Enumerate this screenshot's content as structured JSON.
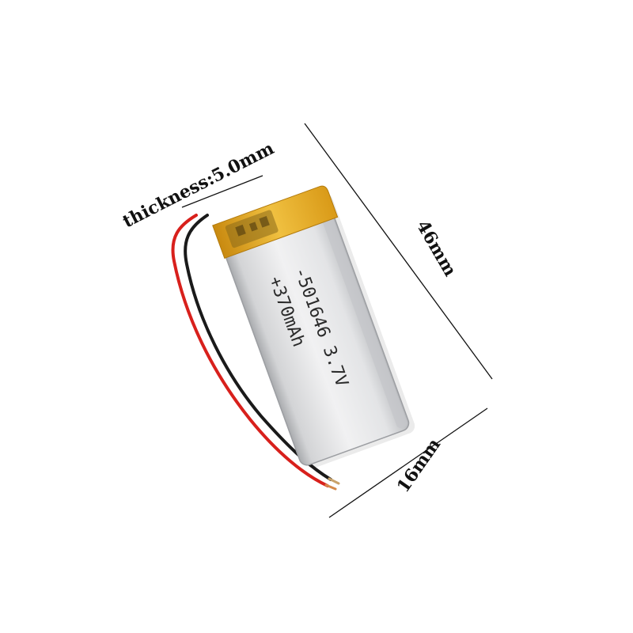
{
  "dimensions": {
    "thickness_label": "thickness:5.0mm",
    "length_label": "46mm",
    "width_label": "16mm"
  },
  "battery": {
    "model_line": "-501646 3.7V",
    "capacity_line": "+370mAh"
  },
  "colors": {
    "foil": "#d9dadc",
    "kapton_tape": "#e8b020",
    "wire_red": "#d8201c",
    "wire_black": "#1a1a1a",
    "dimension_line": "#111111"
  }
}
